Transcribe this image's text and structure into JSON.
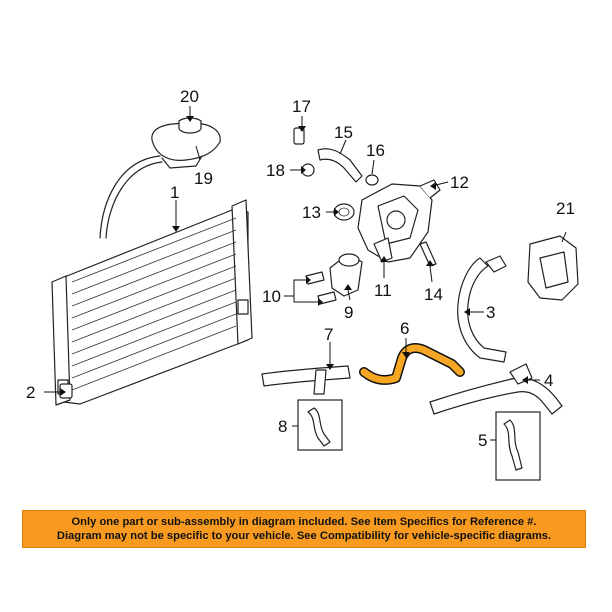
{
  "callouts": {
    "c1": "1",
    "c2": "2",
    "c3": "3",
    "c4": "4",
    "c5": "5",
    "c6": "6",
    "c7": "7",
    "c8": "8",
    "c9": "9",
    "c10": "10",
    "c11": "11",
    "c12": "12",
    "c13": "13",
    "c14": "14",
    "c15": "15",
    "c16": "16",
    "c17": "17",
    "c18": "18",
    "c19": "19",
    "c20": "20",
    "c21": "21"
  },
  "highlight_color": "#f5a623",
  "notice": {
    "line1": "Only one part or sub-assembly in diagram included. See Item Specifics for Reference #.",
    "line2": "Diagram may not be specific to your vehicle. See Compatibility for vehicle-specific diagrams.",
    "background": "#f79a1f"
  }
}
